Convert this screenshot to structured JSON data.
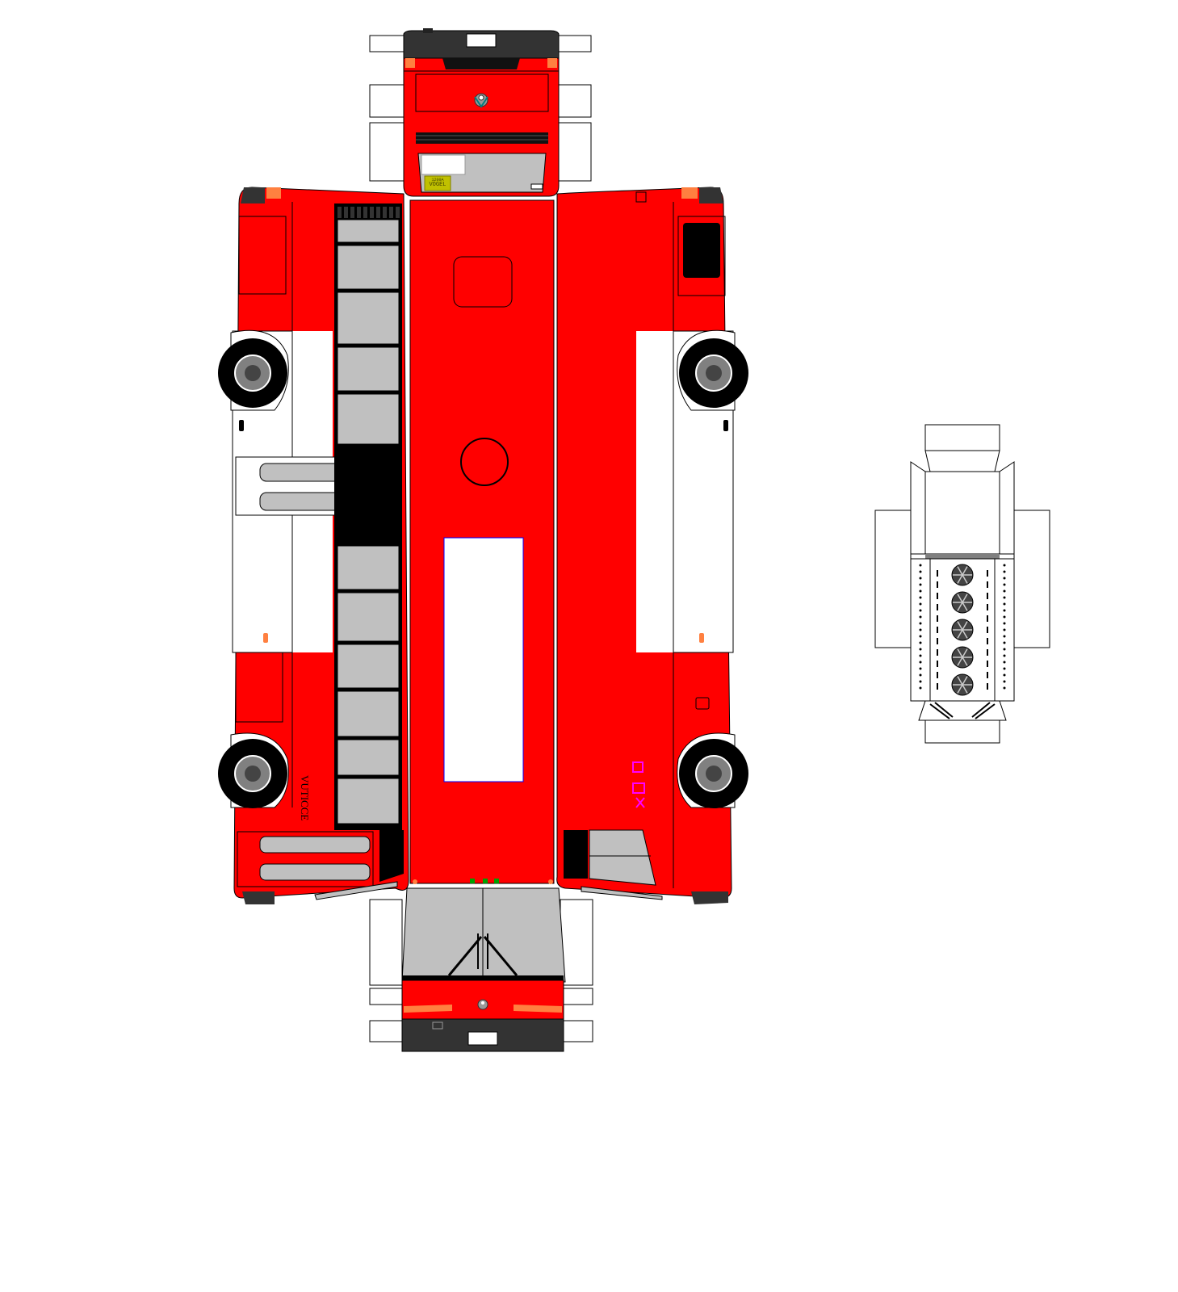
{
  "front_panel": {
    "plate_text": "VOGEL",
    "small_plate_text": "1200A"
  },
  "side_left": {
    "destination_text": "VUTICCE"
  },
  "colors": {
    "body_red": "#ff0000",
    "window_gray": "#c0c0c0",
    "outline_black": "#000000",
    "white": "#ffffff",
    "accent_orange": "#ff8040",
    "sign_magenta": "#ff00ff",
    "olive_plate": "#808000"
  },
  "icons": {
    "brand_logo": "brand-emblem-icon",
    "wheel": "wheel-icon",
    "roof_hatch": "roof-hatch-icon",
    "roof_vent": "roof-vent-icon"
  }
}
